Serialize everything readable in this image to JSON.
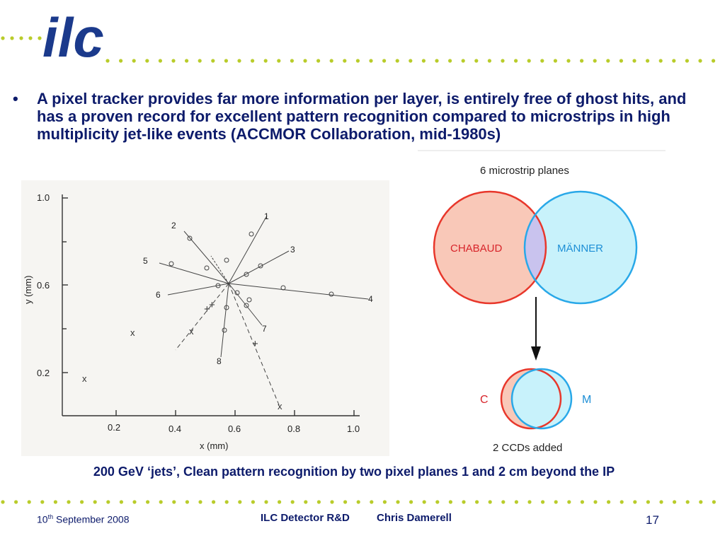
{
  "logo": {
    "text": "ilc",
    "color": "#1b3a8c"
  },
  "dot_color": "#b9cc2a",
  "bullet": {
    "mark": "•",
    "text": "A pixel tracker provides far more information per layer, is entirely free of ghost hits, and has a proven record for excellent pattern recognition compared to microstrips in high multiplicity jet-like events (ACCMOR Collaboration, mid-1980s)"
  },
  "track_plot": {
    "xlabel": "x (mm)",
    "ylabel": "y (mm)",
    "x_ticks": [
      "0.2",
      "0.4",
      "0.6",
      "0.8",
      "1.0"
    ],
    "y_ticks": [
      "1.0",
      "0.6",
      "0.2"
    ],
    "track_labels": [
      "1",
      "2",
      "3",
      "4",
      "5",
      "6",
      "7",
      "8"
    ],
    "cross_mark": "x",
    "plus_mark": "+"
  },
  "venn": {
    "top_title": "6 microstrip planes",
    "left_label": "CHABAUD",
    "right_label": "MÄNNER",
    "small_left": "C",
    "small_right": "M",
    "bottom_title": "2 CCDs added",
    "colors": {
      "red": "#e8372b",
      "red_fill": "#f9c8b8",
      "blue": "#29a8e8",
      "blue_fill": "#c8f2fb",
      "overlap": "#c9c3ee",
      "label": "#d8242a",
      "mlabel": "#1e8fd6"
    }
  },
  "caption": "200 GeV ‘jets’, Clean pattern recognition by two pixel planes 1 and 2 cm beyond the IP",
  "footer": {
    "date_num": "10",
    "date_sup": "th",
    "date_rest": " September 2008",
    "title": "ILC Detector R&D",
    "author": "Chris Damerell",
    "page": "17"
  }
}
